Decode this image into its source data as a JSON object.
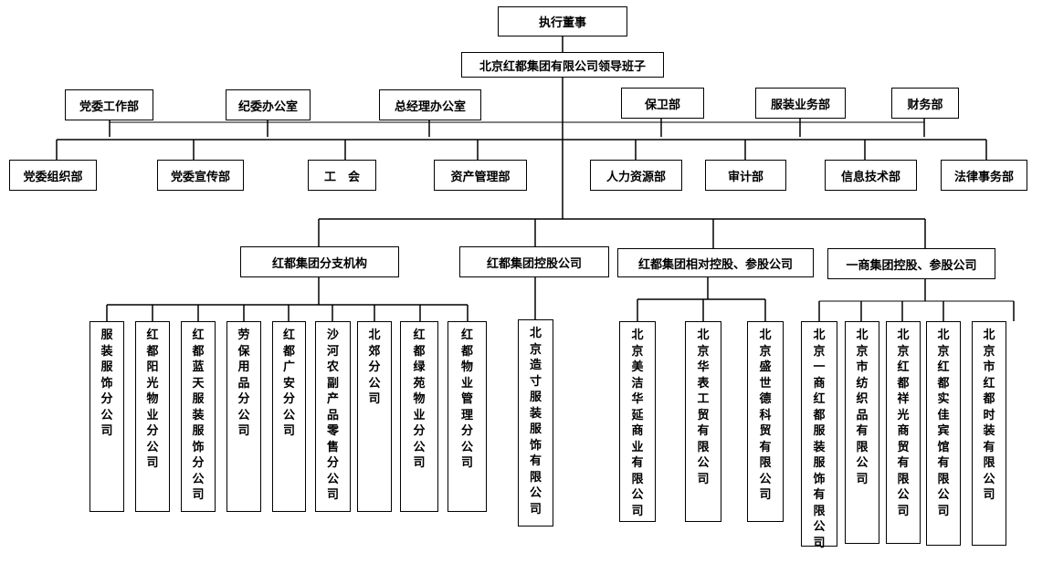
{
  "top": {
    "executive": "执行董事",
    "leadership": "北京红都集团有限公司领导班子"
  },
  "departments_upper": [
    "党委工作部",
    "纪委办公室",
    "总经理办公室",
    "保卫部",
    "服装业务部",
    "财务部"
  ],
  "departments_lower": [
    "党委组织部",
    "党委宣传部",
    "工　会",
    "资产管理部",
    "人力资源部",
    "审计部",
    "信息技术部",
    "法律事务部"
  ],
  "groups": [
    {
      "label": "红都集团分支机构",
      "units": [
        "服装服饰分公司",
        "红都阳光物业分公司",
        "红都蓝天服装服饰分公司",
        "劳保用品分公司",
        "红都广安分公司",
        "沙河农副产品零售分公司",
        "北郊分公司",
        "红都绿苑物业分公司",
        "红都物业管理分公司"
      ]
    },
    {
      "label": "红都集团控股公司",
      "units": [
        "北京造寸服装服饰有限公司"
      ]
    },
    {
      "label": "红都集团相对控股、参股公司",
      "units": [
        "北京美洁华延商业有限公司",
        "北京华表工贸有限公司",
        "北京盛世德科贸有限公司"
      ]
    },
    {
      "label": "一商集团控股、参股公司",
      "units": [
        "北京一商红都服装服饰有限公司",
        "北京市纺织品有限公司",
        "北京红都祥光商贸有限公司",
        "北京红都实佳宾馆有限公司",
        "北京市红都时装有限公司"
      ]
    }
  ]
}
